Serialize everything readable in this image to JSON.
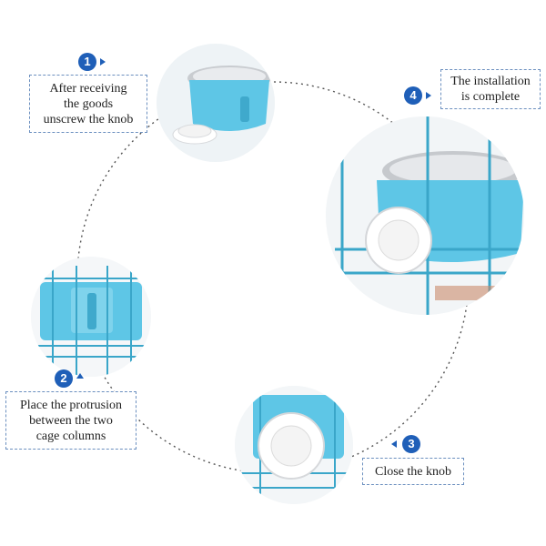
{
  "steps": [
    {
      "number": "1",
      "lines": [
        "After receiving",
        "the goods",
        "unscrew the knob"
      ]
    },
    {
      "number": "2",
      "lines": [
        "Place the protrusion",
        "between the two",
        "cage columns"
      ]
    },
    {
      "number": "3",
      "lines": [
        "Close the knob"
      ]
    },
    {
      "number": "4",
      "lines": [
        "The installation",
        "is complete"
      ]
    }
  ],
  "colors": {
    "badge": "#1f5fb8",
    "bowl": "#5ec6e6",
    "cage_wire": "#3aa6c9",
    "ring": "#555555"
  },
  "icons": [
    "bowl-with-knob-image",
    "bowl-on-cage-image",
    "knob-closed-image",
    "installed-bowl-image"
  ]
}
